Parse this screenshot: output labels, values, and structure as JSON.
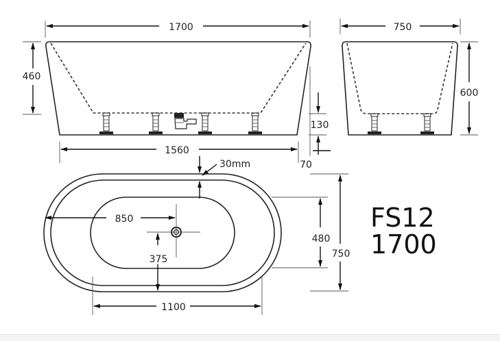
{
  "model": {
    "code": "FS12",
    "size": "1700"
  },
  "side_view": {
    "overall_length": "1700",
    "base_length": "1560",
    "height": "460",
    "leg_height": "130",
    "base_offset": "70"
  },
  "end_view": {
    "width": "750",
    "height": "600"
  },
  "plan_view": {
    "rim_thickness": "30mm",
    "waste_from_end": "850",
    "waste_from_side": "375",
    "inner_width": "480",
    "overall_width": "750",
    "inner_flat_length": "1100"
  },
  "colors": {
    "line": "#222222",
    "background": "#ffffff"
  }
}
